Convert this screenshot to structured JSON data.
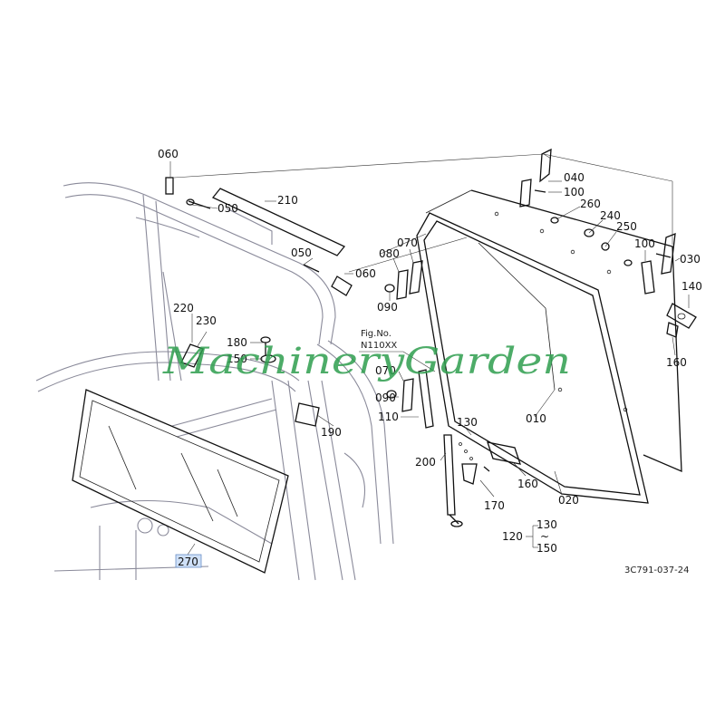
{
  "figure": {
    "fig_label": "Fig.No.",
    "fig_number": "N110XX",
    "drawing_code": "3C791-037-24",
    "watermark": "MachineryGarden",
    "highlight_color": "#cfe0f7",
    "watermark_color": "#2e9e4e"
  },
  "parts": {
    "p060a": "060",
    "p050a": "050",
    "p210": "210",
    "p050b": "050",
    "p060b": "060",
    "p080": "080",
    "p070a": "070",
    "p090a": "090",
    "p040": "040",
    "p100a": "100",
    "p260": "260",
    "p240": "240",
    "p250": "250",
    "p100b": "100",
    "p030": "030",
    "p140": "140",
    "p160a": "160",
    "p220": "220",
    "p230": "230",
    "p180": "180",
    "p150a": "150",
    "p070b": "070",
    "p090b": "090",
    "p110": "110",
    "p190": "190",
    "p010": "010",
    "p130a": "130",
    "p200": "200",
    "p160b": "160",
    "p170": "170",
    "p020": "020",
    "p120": "120",
    "p130b": "130",
    "tilde": "~",
    "p150b": "150",
    "p270": "270"
  }
}
